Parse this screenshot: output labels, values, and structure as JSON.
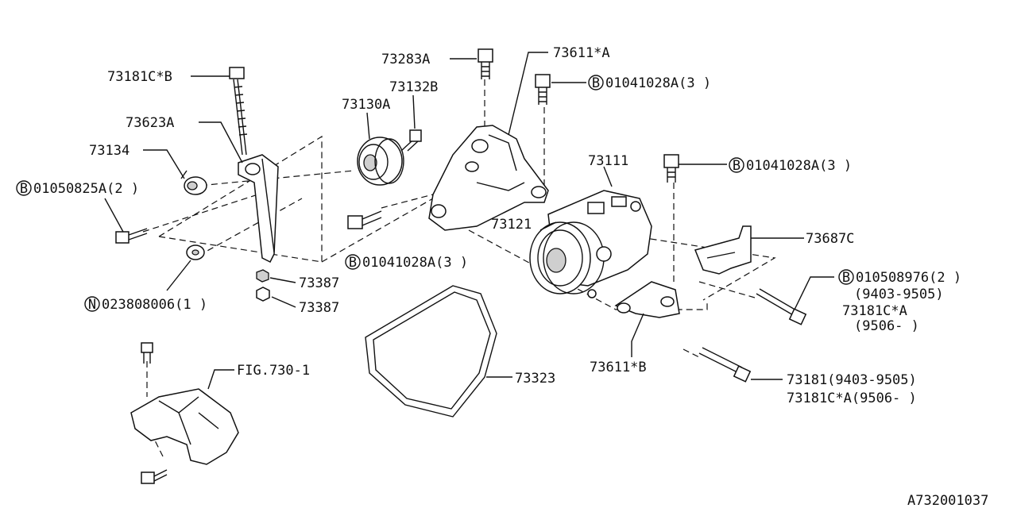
{
  "diagram": {
    "catalog_number": "A732001037",
    "labels": {
      "l73181CB": "73181C*B",
      "l73623A": "73623A",
      "l73134": "73134",
      "l01050825A": "01050825A(2 )",
      "l023808006": "023808006(1 )",
      "l73387a": "73387",
      "l73387b": "73387",
      "l73283A": "73283A",
      "l73132B": "73132B",
      "l73130A": "73130A",
      "l73611A": "73611*A",
      "l01041028A_top": "01041028A(3 )",
      "l01041028A_mid": "01041028A(3 )",
      "l01041028A_right": "01041028A(3 )",
      "l73111": "73111",
      "l73121": "73121",
      "l73687C": "73687C",
      "l010508976": "010508976(2 )",
      "l9403_9505a": "(9403-9505)",
      "l73181CA_1": "73181C*A",
      "l9506a": "(9506-     )",
      "l73611B": "73611*B",
      "l73323": "73323",
      "l73181": "73181(9403-9505)",
      "l73181CA_2": "73181C*A(9506-     )",
      "lFIG730": "FIG.730-1"
    },
    "markers": {
      "B": "B",
      "N": "N"
    }
  }
}
